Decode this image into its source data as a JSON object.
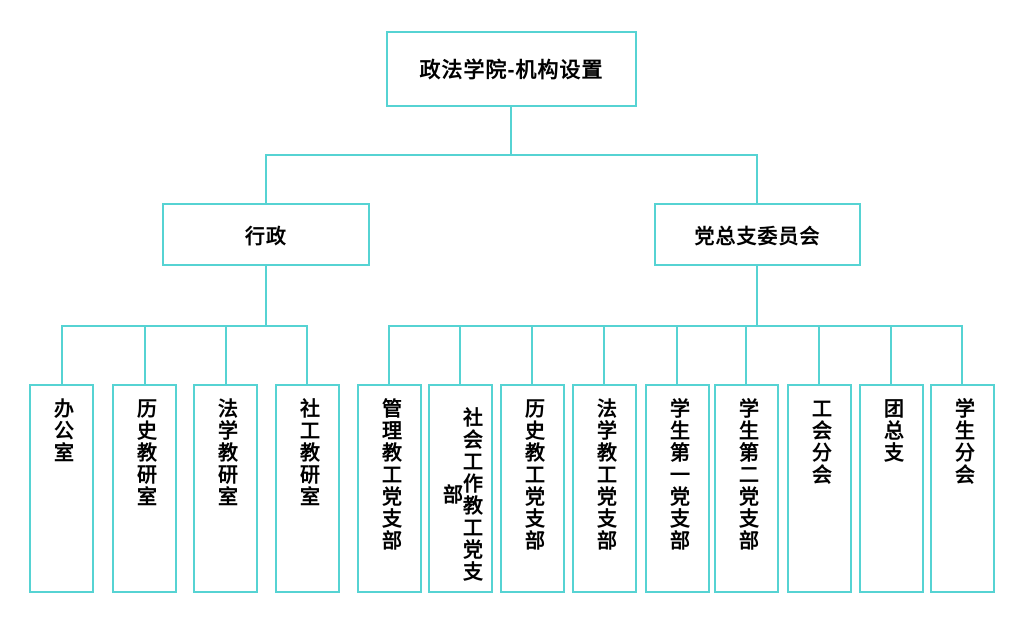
{
  "colors": {
    "accent": "#56d3d3",
    "text": "#000000",
    "bg": "#ffffff"
  },
  "org": {
    "root": {
      "label": "政法学院-机构设置"
    },
    "branches": [
      {
        "label": "行政",
        "children": [
          "办公室",
          "历史教研室",
          "法学教研室",
          "社工教研室"
        ]
      },
      {
        "label": "党总支委员会",
        "children": [
          "管理教工党支部",
          "社会工作教工党支部",
          "历史教工党支部",
          "法学教工党支部",
          "学生第一党支部",
          "学生第二党支部",
          "工会分会",
          "团总支",
          "学生分会"
        ]
      }
    ]
  }
}
